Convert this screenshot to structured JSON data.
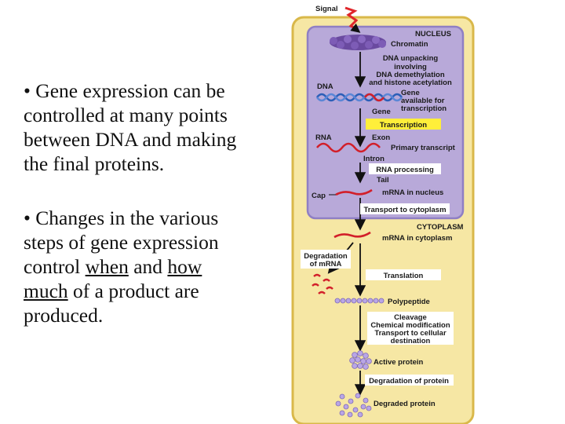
{
  "slide": {
    "bullet1": {
      "lines": [
        "• Gene expression can be",
        "controlled at many points",
        "between DNA and making",
        "the final proteins."
      ]
    },
    "bullet2": {
      "line1": "• Changes in the various",
      "line2": "steps of gene expression",
      "line3_a": "control ",
      "line3_when": "when",
      "line3_b": " and ",
      "line3_how": "how",
      "line4_much": "much",
      "line4_b": " of a product are",
      "line5": "produced."
    }
  },
  "diagram": {
    "colors": {
      "cell_fill": "#f6e7a4",
      "cell_border": "#d9b84a",
      "nucleus_fill": "#b8a9d9",
      "nucleus_border": "#8f7fc4",
      "highlight": "#ffef3a",
      "box_fill": "#ffffff",
      "arrow": "#111111",
      "signal": "#e0262a",
      "chromatin": "#6a4aa0",
      "dna_blue": "#2c5fb8",
      "rna_red": "#d21f2a",
      "protein": "#b9a6e6"
    },
    "signal": "Signal",
    "nucleus": "NUCLEUS",
    "chromatin": "Chromatin",
    "dna_unpacking": [
      "DNA unpacking",
      "involving",
      "DNA demethylation",
      "and histone acetylation"
    ],
    "dna": "DNA",
    "gene": "Gene",
    "gene_available": [
      "Gene",
      "available for",
      "transcription"
    ],
    "transcription": "Transcription",
    "rna": "RNA",
    "exon": "Exon",
    "intron": "Intron",
    "primary_transcript": "Primary transcript",
    "rna_processing": "RNA processing",
    "tail": "Tail",
    "cap": "Cap",
    "mrna_nucleus": "mRNA in nucleus",
    "transport_cytoplasm": "Transport to cytoplasm",
    "cytoplasm": "CYTOPLASM",
    "mrna_cytoplasm": "mRNA in cytoplasm",
    "degradation_mrna": [
      "Degradation",
      "of mRNA"
    ],
    "translation": "Translation",
    "polypeptide": "Polypeptide",
    "cleavage": [
      "Cleavage",
      "Chemical modification",
      "Transport to cellular",
      "destination"
    ],
    "active_protein": "Active protein",
    "degradation_protein": "Degradation of protein",
    "degraded_protein": "Degraded protein"
  }
}
